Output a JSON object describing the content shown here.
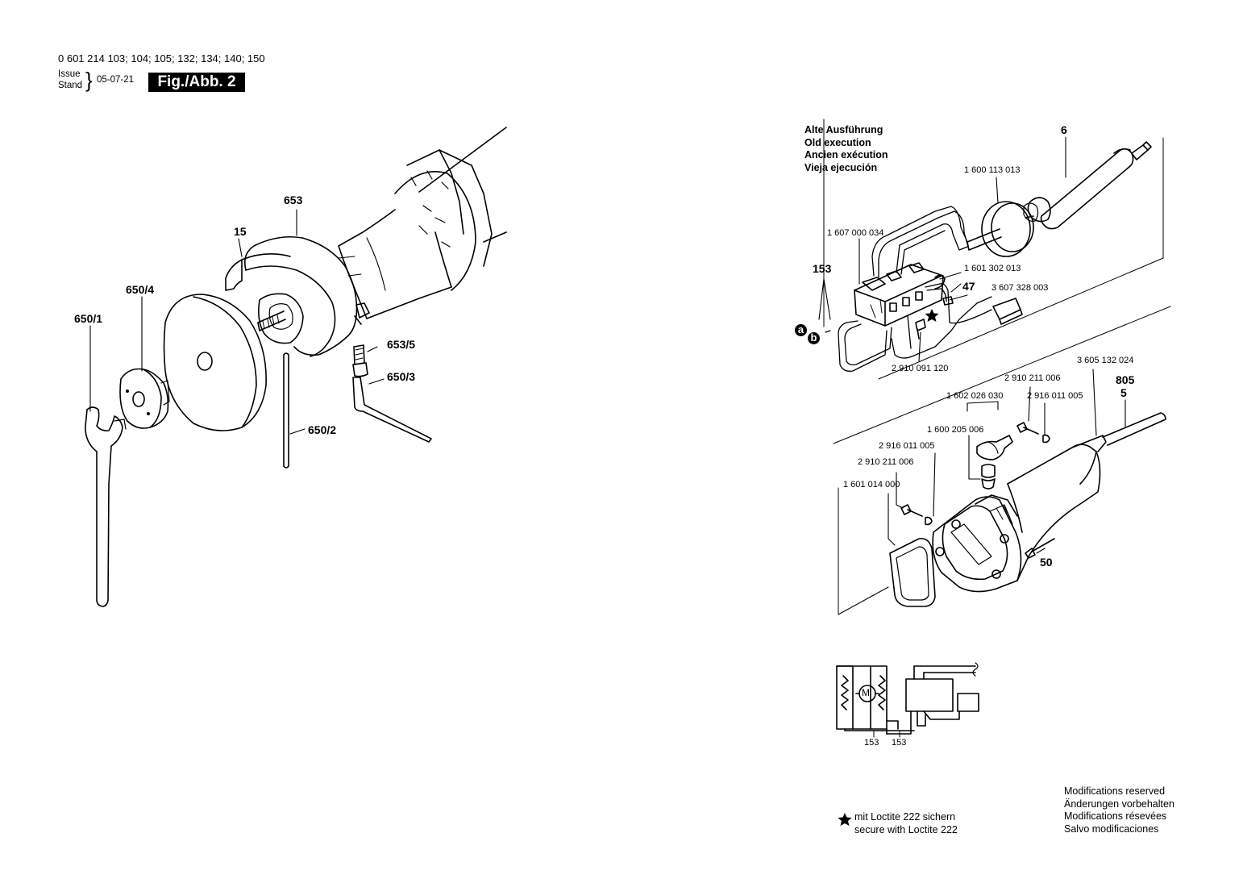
{
  "header": {
    "part_numbers": "0 601 214 103; 104; 105; 132; 134; 140; 150",
    "issue_label": "Issue",
    "stand_label": "Stand",
    "issue_date": "05-07-21",
    "figure_label": "Fig./Abb. 2"
  },
  "old_version": [
    "Alte Ausführung",
    "Old execution",
    "Ancien exécution",
    "Vieja ejecución"
  ],
  "callouts_left": {
    "c653": "653",
    "c15": "15",
    "c650_4": "650/4",
    "c650_1": "650/1",
    "c653_5": "653/5",
    "c650_3": "650/3",
    "c650_2": "650/2"
  },
  "callouts_right": {
    "c6": "6",
    "c1600113013": "1 600 113 013",
    "c1607000034": "1 607 000 034",
    "c153": "153",
    "c1601302013": "1 601 302 013",
    "c47": "47",
    "c3607328003": "3 607 328 003",
    "ca": "a",
    "cb": "b",
    "c2910091120": "2 910 091 120",
    "c3605132024": "3 605 132 024",
    "c805": "805",
    "c5": "5",
    "c2910211006a": "2 910 211 006",
    "c1602026030": "1 602 026 030",
    "c2916011005a": "2 916 011 005",
    "c1600205006": "1 600 205 006",
    "c2916011005b": "2 916 011 005",
    "c2910211006b": "2 910 211 006",
    "c1601014000": "1 601 014 000",
    "c50": "50"
  },
  "circuit": {
    "motor": "M",
    "label_153_a": "153",
    "label_153_b": "153"
  },
  "loctite_note": [
    "mit Loctite 222 sichern",
    "secure with Loctite 222"
  ],
  "modifications": [
    "Modifications reserved",
    "Änderungen vorbehalten",
    "Modifications résevées",
    "Salvo modificaciones"
  ]
}
